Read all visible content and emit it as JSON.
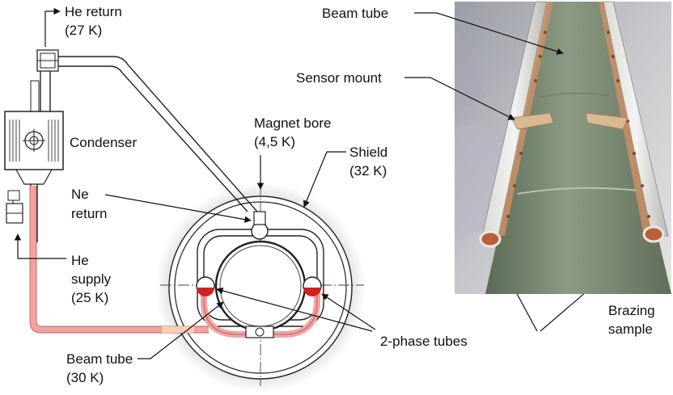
{
  "labels": {
    "he_return": "He return",
    "he_return_temp": "(27 K)",
    "condenser": "Condenser",
    "ne_return_1": "Ne",
    "ne_return_2": "return",
    "he_supply_1": "He",
    "he_supply_2": "supply",
    "he_supply_temp": "(25 K)",
    "beam_tube_left": "Beam tube",
    "beam_tube_left_temp": "(30 K)",
    "magnet_bore": "Magnet bore",
    "magnet_bore_temp": "(4,5 K)",
    "shield": "Shield",
    "shield_temp": "(32 K)",
    "two_phase_tubes": "2-phase tubes",
    "beam_tube_photo": "Beam tube",
    "sensor_mount": "Sensor mount",
    "brazing_1": "Brazing",
    "brazing_2": "sample"
  },
  "colors": {
    "supply_line": "#f0a3a3",
    "liquid": "#d42020",
    "copper": "#b8603a",
    "photo_tube": "#7d8c73"
  }
}
